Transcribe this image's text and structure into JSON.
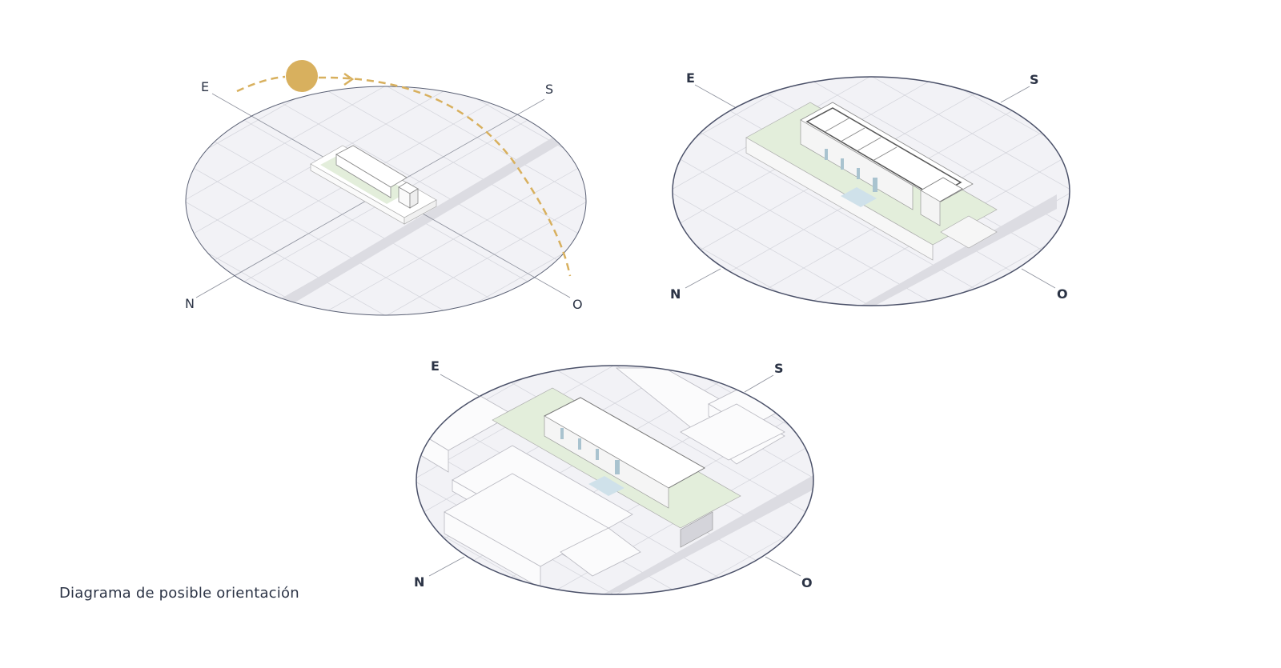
{
  "caption": "Diagrama de posible orientación",
  "diagrams": [
    {
      "name": "site-diagram-1",
      "compass": {
        "east": "E",
        "south": "S",
        "north": "N",
        "west": "O"
      },
      "sun_path": true
    },
    {
      "name": "site-diagram-2",
      "compass": {
        "east": "E",
        "south": "S",
        "north": "N",
        "west": "O"
      },
      "sun_path": false
    },
    {
      "name": "site-diagram-3",
      "compass": {
        "east": "E",
        "south": "S",
        "north": "N",
        "west": "O"
      },
      "sun_path": false
    }
  ],
  "colors": {
    "sun": "#d8b05e",
    "ground": "#f2f2f6",
    "outline": "#5a6074",
    "road": "#dcdce2",
    "garden": "#e3eedb",
    "text": "#2b3345"
  }
}
